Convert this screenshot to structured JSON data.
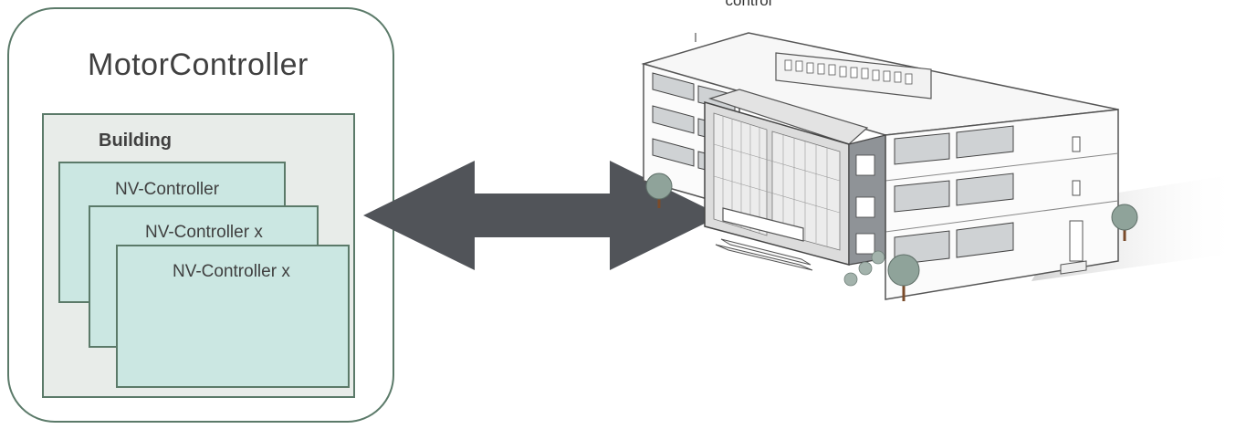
{
  "top_label": "control",
  "motor_controller": {
    "title": "MotorController",
    "building": {
      "label": "Building",
      "controllers": [
        "NV-Controller",
        "NV-Controller x",
        "NV-Controller x"
      ]
    }
  },
  "arrow": {
    "direction": "bidirectional",
    "color": "#515459"
  },
  "illustration": {
    "subject": "office-building"
  },
  "colors": {
    "border": "#5b7a69",
    "building_fill": "#e8ece9",
    "controller_fill": "#cbe7e2"
  }
}
